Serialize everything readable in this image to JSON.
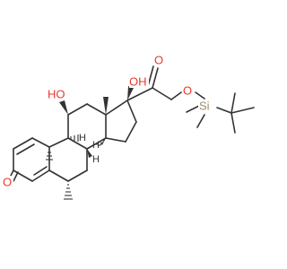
{
  "structure": {
    "atom_labels": {
      "ketone_o": "O",
      "oh_11": "HO",
      "oh_17": "OH",
      "side_chain_o": "O",
      "ether_o": "O",
      "silicon": "Si",
      "h_8": "H",
      "h_9": "H",
      "h_14": "H"
    },
    "colors": {
      "bond": "#333333",
      "oxygen": "#e8392b",
      "silicon": "#a08a6a",
      "hydrogen": "#333333",
      "background": "#ffffff"
    }
  }
}
